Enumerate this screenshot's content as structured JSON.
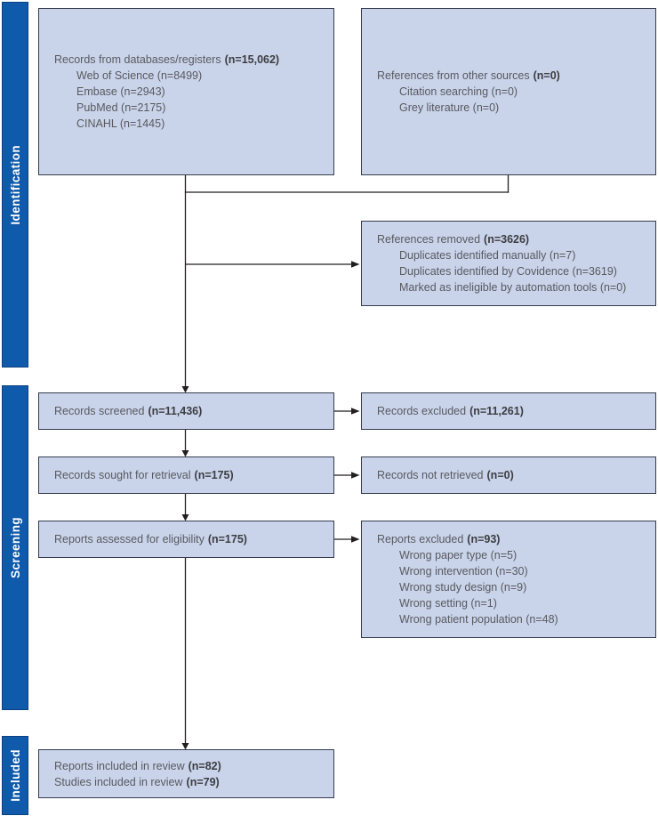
{
  "colors": {
    "stage_bar_blue": "#0f5aab",
    "box_fill": "#c9d3ea",
    "box_border": "#363c4e",
    "text_gray": "#595a5e",
    "bold_text": "#3c3d41",
    "connector_black": "#231f20"
  },
  "stages": [
    {
      "label": "Identification"
    },
    {
      "label": "Screening"
    },
    {
      "label": "Included"
    }
  ],
  "boxes": {
    "db_records": {
      "title": "Records from databases/registers",
      "n": "(n=15,062)",
      "items": [
        "Web of Science (n=8499)",
        "Embase (n=2943)",
        "PubMed (n=2175)",
        "CINAHL (n=1445)"
      ]
    },
    "other_sources": {
      "title": "References from other sources",
      "n": "(n=0)",
      "items": [
        "Citation searching (n=0)",
        "Grey literature (n=0)"
      ]
    },
    "references_removed": {
      "title": "References removed",
      "n": "(n=3626)",
      "items": [
        "Duplicates identified manually (n=7)",
        "Duplicates identified by Covidence (n=3619)",
        "Marked as ineligible by automation tools (n=0)"
      ]
    },
    "records_screened": {
      "title": "Records screened",
      "n": "(n=11,436)"
    },
    "records_excluded": {
      "title": "Records excluded",
      "n": "(n=11,261)"
    },
    "records_sought": {
      "title": "Records sought for retrieval",
      "n": "(n=175)"
    },
    "records_not_retrieved": {
      "title": "Records not retrieved",
      "n": "(n=0)"
    },
    "reports_assessed": {
      "title": "Reports assessed for eligibility",
      "n": "(n=175)"
    },
    "reports_excluded": {
      "title": "Reports excluded",
      "n": "(n=93)",
      "items": [
        "Wrong paper type (n=5)",
        "Wrong intervention (n=30)",
        "Wrong study design (n=9)",
        "Wrong setting (n=1)",
        "Wrong patient population (n=48)"
      ]
    },
    "included": {
      "lines": [
        {
          "title": "Reports included in review",
          "n": "(n=82)"
        },
        {
          "title": "Studies included in review",
          "n": "(n=79)"
        }
      ]
    }
  }
}
